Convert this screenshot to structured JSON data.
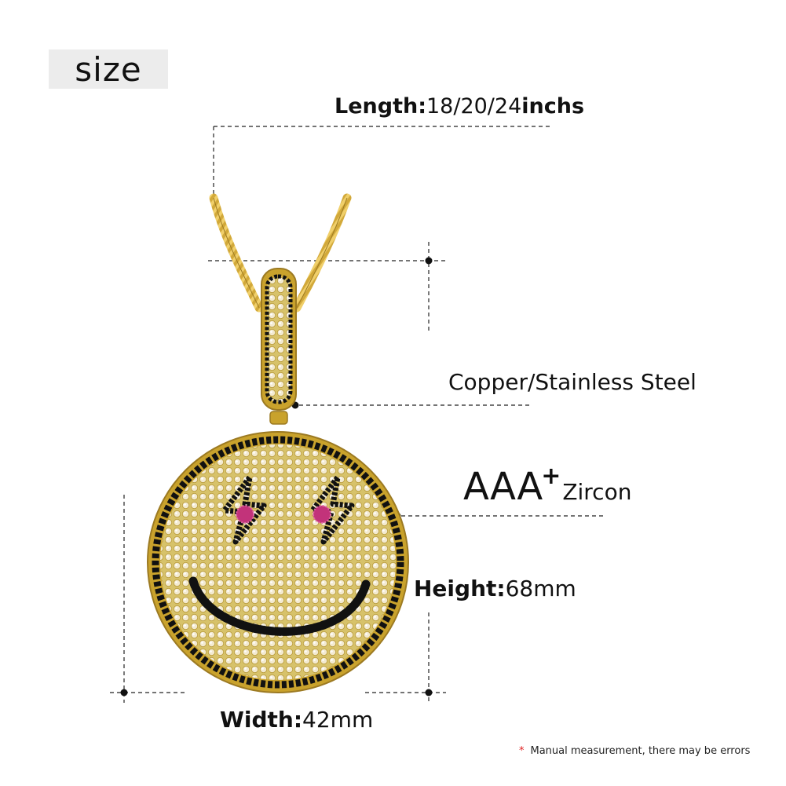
{
  "heading": "size",
  "labels": {
    "length_name": "Length:",
    "length_value": "18/20/24",
    "length_unit": "inchs",
    "material": "Copper/Stainless Steel",
    "zircon_grade": "AAA",
    "zircon_plus": "+",
    "zircon_name": "Zircon",
    "height_name": "Height:",
    "height_value": "68mm",
    "width_name": "Width:",
    "width_value": "42mm"
  },
  "note": {
    "star": "*",
    "text": "Manual measurement, there may be errors"
  },
  "colors": {
    "gold": "#c9a22c",
    "gold_light": "#e8d27a",
    "stone_black": "#111111",
    "stone_pink": "#c2337a",
    "tag_bg": "#ececec",
    "star": "#e02020"
  },
  "icons": [
    "smiley-pendant-image",
    "rope-chain-image"
  ]
}
